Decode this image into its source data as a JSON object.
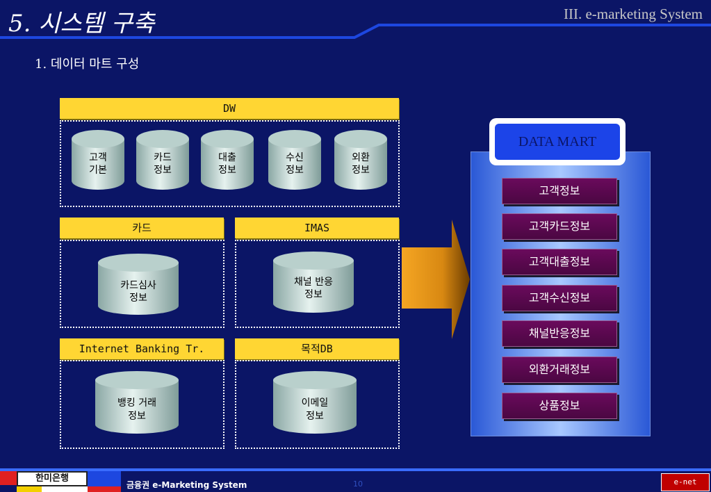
{
  "header": {
    "title": "5. 시스템 구축",
    "section": "III. e-marketing System",
    "subtitle": "1. 데이터 마트 구성"
  },
  "dw": {
    "label": "DW",
    "items": [
      [
        "고객",
        "기본"
      ],
      [
        "카드",
        "정보"
      ],
      [
        "대출",
        "정보"
      ],
      [
        "수신",
        "정보"
      ],
      [
        "외환",
        "정보"
      ]
    ]
  },
  "card": {
    "label": "카드",
    "item": [
      "카드심사",
      "정보"
    ]
  },
  "imas": {
    "label": "IMAS",
    "item": [
      "채널 반응",
      "정보"
    ]
  },
  "internet": {
    "label": "Internet Banking Tr.",
    "item": [
      "뱅킹 거래",
      "정보"
    ]
  },
  "purpose": {
    "label": "목적DB",
    "item": [
      "이메일",
      "정보"
    ]
  },
  "data_mart": {
    "title": "DATA MART",
    "items": [
      "고객정보",
      "고객카드정보",
      "고객대출정보",
      "고객수신정보",
      "채널반응정보",
      "외환거래정보",
      "상품정보"
    ]
  },
  "footer": {
    "bank_logo": "한미은행",
    "text": "금융권 e-Marketing System",
    "page": "10",
    "corp_logo": "e-net"
  },
  "colors": {
    "background": "#0b1566",
    "header_yellow": "#ffd633",
    "mart_item": "#5a0850",
    "arrow": "#f0a020"
  }
}
